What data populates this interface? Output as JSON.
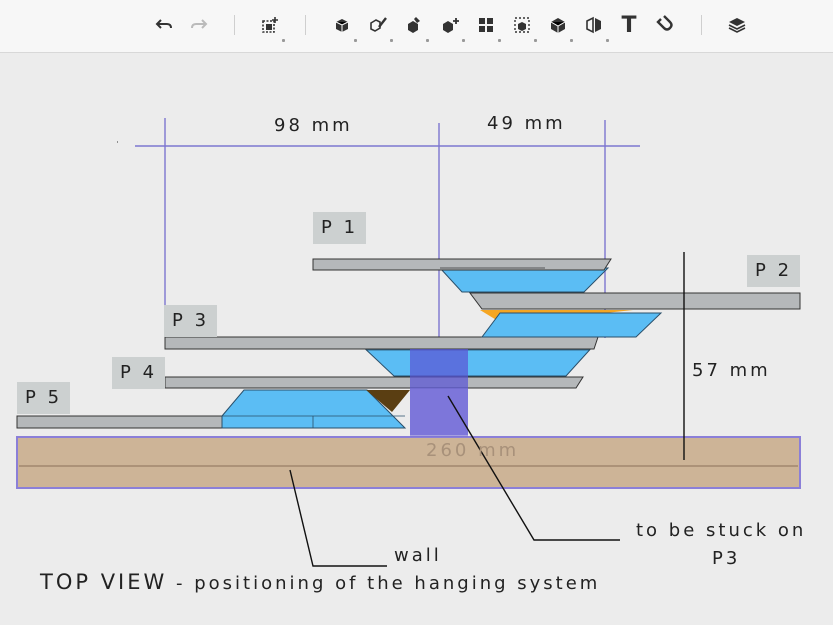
{
  "toolbar": {
    "buttons": [
      {
        "name": "undo-icon",
        "glyph": "↶"
      },
      {
        "name": "redo-icon",
        "glyph": "↷"
      },
      {
        "name": "add-object-icon",
        "glyph": ""
      },
      {
        "name": "cube-tool-icon",
        "glyph": ""
      },
      {
        "name": "paint-tool-icon",
        "glyph": ""
      },
      {
        "name": "eraser-cube-icon",
        "glyph": ""
      },
      {
        "name": "move-tool-icon",
        "glyph": ""
      },
      {
        "name": "group-tool-icon",
        "glyph": ""
      },
      {
        "name": "align-tool-icon",
        "glyph": ""
      },
      {
        "name": "solid-cube-icon",
        "glyph": ""
      },
      {
        "name": "mirror-cube-icon",
        "glyph": ""
      },
      {
        "name": "text-tool-icon",
        "glyph": "T"
      },
      {
        "name": "magnet-icon",
        "glyph": ""
      },
      {
        "name": "layers-icon",
        "glyph": ""
      }
    ]
  },
  "diagram": {
    "dimensions": {
      "dim_98": "98 mm",
      "dim_49": "49 mm",
      "dim_57": "57 mm",
      "dim_260": "260 mm"
    },
    "panels": {
      "p1": "P 1",
      "p2": "P 2",
      "p3": "P 3",
      "p4": "P 4",
      "p5": "P 5"
    },
    "annotations": {
      "wall": "wall",
      "stuck_line1": "to be stuck on",
      "stuck_line2": "P3",
      "title": "TOP VIEW",
      "subtitle": " - positioning of the hanging system"
    },
    "colors": {
      "wall_fill": "#cdb497",
      "wall_border": "#8b7fd8",
      "panel_grey": "#b5b8ba",
      "bracket_blue": "#5bbdf4",
      "dimension_line": "#7d76d0",
      "highlight_purple": "#5a55d6",
      "orange_accent": "#f5a623",
      "dark_brown": "#5a3e12"
    }
  }
}
